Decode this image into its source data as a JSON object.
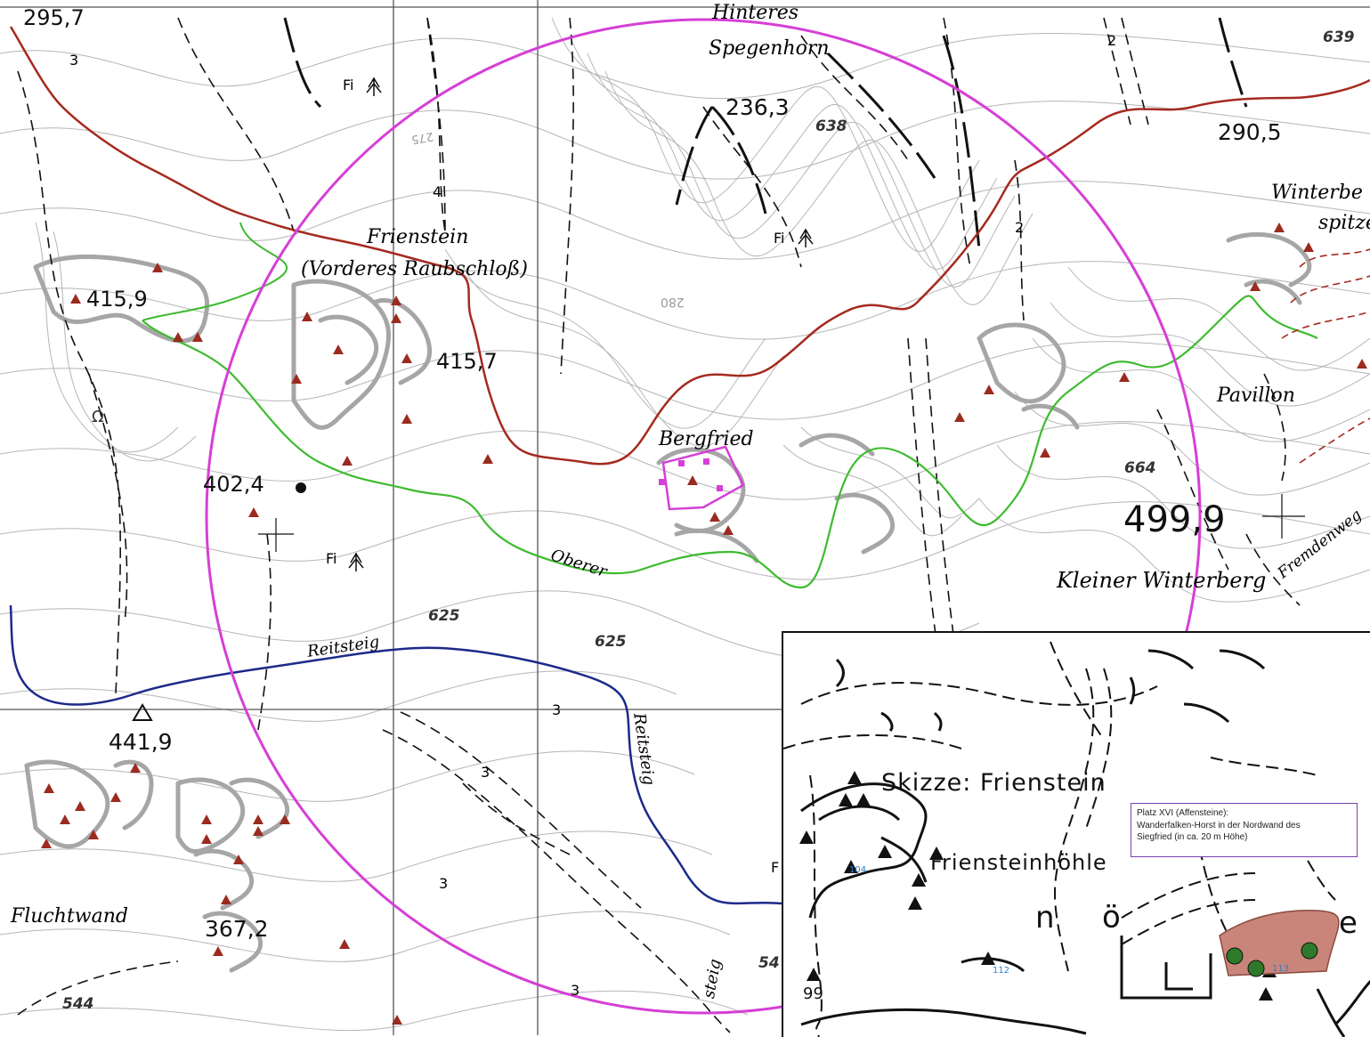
{
  "peaks": [
    {
      "label": "295,7"
    },
    {
      "label": "415,9"
    },
    {
      "label": "415,7"
    },
    {
      "label": "402,4"
    },
    {
      "label": "236,3"
    },
    {
      "label": "290,5"
    },
    {
      "label": "499,9"
    },
    {
      "label": "441,9"
    },
    {
      "label": "367,2"
    }
  ],
  "place_names": {
    "hinteres": "Hinteres",
    "spegenhorn": "Spegenhorn",
    "frienstein": "Frienstein",
    "vorderes": "(Vorderes Raubschloß)",
    "bergfried": "Bergfried",
    "winterberg_spitze_1": "Winterbe",
    "winterberg_spitze_2": "spitze",
    "pavillon": "Pavillon",
    "kleiner_winterberg": "Kleiner Winterberg",
    "fremdenweg": "Fremdenweg",
    "fluchtwand": "Fluchtwand",
    "oberer": "Oberer",
    "reitsteig_1": "Reitsteig",
    "reitsteig_2": "Reitsteig",
    "steig": "steig"
  },
  "contour_values": {
    "v639": "639",
    "v638": "638",
    "v664": "664",
    "v625a": "625",
    "v625b": "625",
    "v544": "544",
    "v54": "54",
    "v280": "280",
    "v275": "275"
  },
  "forest_marks": [
    {
      "label": "Fi"
    },
    {
      "label": "Fi"
    },
    {
      "label": "Fi"
    }
  ],
  "trail_numbers": [
    "3",
    "3",
    "3",
    "3",
    "3",
    "4",
    "2",
    "2"
  ],
  "misc_labels": {
    "omega": "Ω",
    "f_letter": "F"
  },
  "inset": {
    "title": "Skizze: Frienstein",
    "cave": "Friensteinhöhle",
    "num_104": "104",
    "num_112": "112",
    "num_113": "113",
    "num_99": "99",
    "letter_n": "n",
    "letter_o": "ö",
    "letter_e": "e",
    "note_line1": "Platz XVI (Affensteine):",
    "note_line2": "Wanderfalken-Horst in der Nordwand des",
    "note_line3": "Siegfried (in ca. 20 m Höhe)"
  },
  "colors": {
    "contour": "#b0b0b0",
    "rock": "#a9a9a9",
    "road_red": "#a52a1f",
    "trail_green": "#3dbb2f",
    "trail_blue": "#1c2a8a",
    "circle": "#d63fd6",
    "peak_marker": "#9b2a1f",
    "highlight_fill": "#c9857a"
  }
}
